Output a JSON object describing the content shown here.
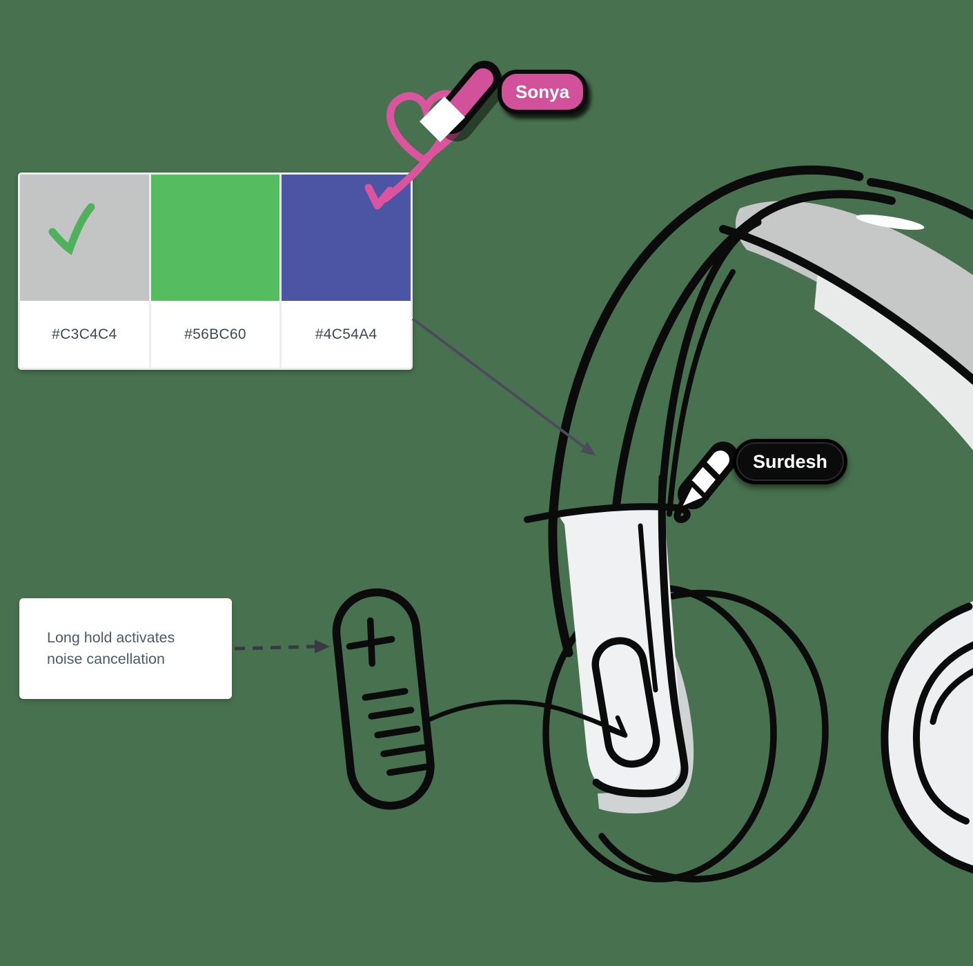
{
  "app": {
    "background_color": "#48714F"
  },
  "palette_card": {
    "swatches": [
      {
        "label": "#C3C4C4",
        "color": "#C3C4C4",
        "selected": true
      },
      {
        "label": "#56BC60",
        "color": "#56BC60",
        "selected": false
      },
      {
        "label": "#4C54A4",
        "color": "#4C54A4",
        "selected": false
      }
    ],
    "selected_check_color": "#4FB15C",
    "label_text_color": "#3D4757"
  },
  "note_card": {
    "lines": [
      "Long hold activates",
      "noise cancellation"
    ],
    "text_color": "#4C596C"
  },
  "collaborators": [
    {
      "name": "Sonya",
      "color": "#D2519B",
      "tool": "pink-marker"
    },
    {
      "name": "Surdesh",
      "color": "#0B0B0B",
      "tool": "white-pen"
    }
  ],
  "sketch": {
    "subject": "headphones-with-inline-remote",
    "ink_color": "#0B0B0B",
    "pink_ink_color": "#DA559D",
    "light_gray_fill": "#EFF1F2",
    "band_gray_fill": "#C6C7C7",
    "shadow_gray_fill": "#D0D3D3"
  },
  "connectors": {
    "palette_to_headband_color": "#4B4B5C",
    "note_to_remote_color": "#3A3A44",
    "note_to_remote_style": "dashed"
  }
}
